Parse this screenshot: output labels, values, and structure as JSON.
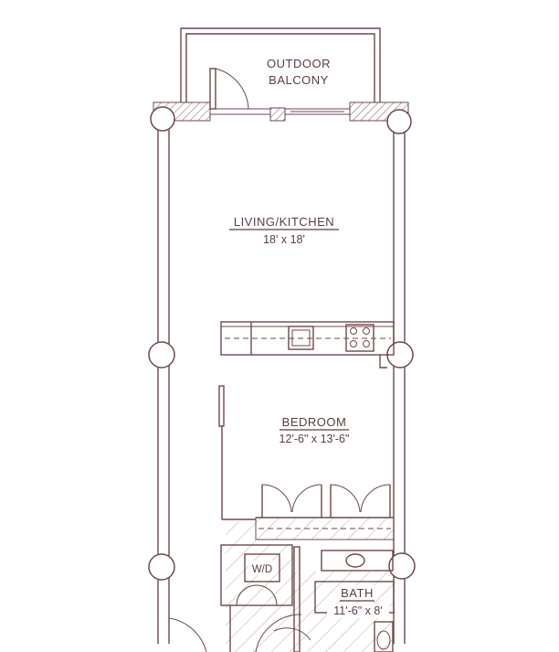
{
  "plan": {
    "balcony": {
      "line1": "OUTDOOR",
      "line2": "BALCONY"
    },
    "living": {
      "name": "LIVING/KITCHEN",
      "dims": "18' x 18'"
    },
    "bedroom": {
      "name": "BEDROOM",
      "dims": "12'-6\" x 13'-6\""
    },
    "laundry": {
      "label": "W/D"
    },
    "bath": {
      "name": "BATH",
      "dims": "11'-6\" x 8'"
    }
  },
  "colors": {
    "line": "#6b4a47",
    "text": "#5a3f3c",
    "background": "#ffffff"
  }
}
